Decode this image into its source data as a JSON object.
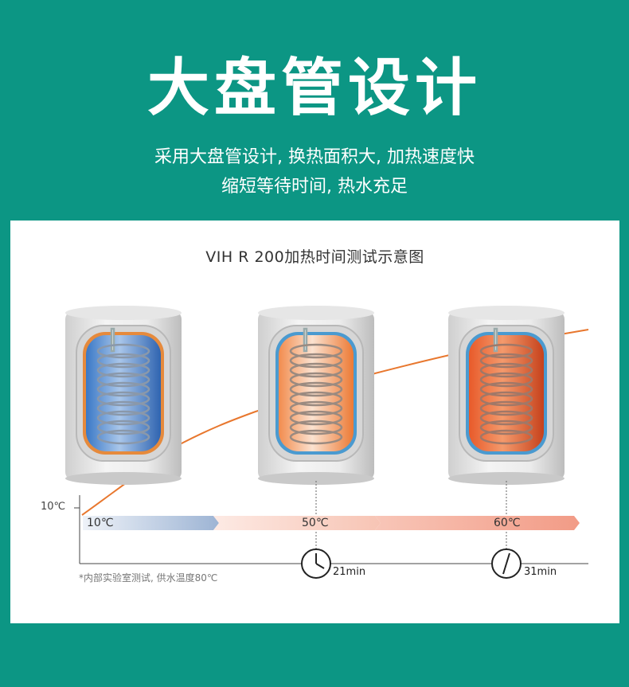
{
  "header": {
    "title": "大盘管设计",
    "subtitle_line1": "采用大盘管设计, 换热面积大, 加热速度快",
    "subtitle_line2": "缩短等待时间, 热水充足"
  },
  "diagram": {
    "title": "VIH R 200加热时间测试示意图",
    "y_axis_label": "10℃",
    "stages": [
      {
        "temp": "10℃",
        "color": "#9db4d4"
      },
      {
        "temp": "50℃",
        "color": "#f7c4b4"
      },
      {
        "temp": "60℃",
        "color": "#f29b86"
      }
    ],
    "times": [
      "21min",
      "31min"
    ],
    "footnote": "*内部实验室测试, 供水温度80℃",
    "colors": {
      "background": "#0c9684",
      "curve": "#e8772e",
      "cold_water": "#3a78c6",
      "warm_water": "#f08a4a",
      "hot_water": "#e85a2a"
    }
  }
}
